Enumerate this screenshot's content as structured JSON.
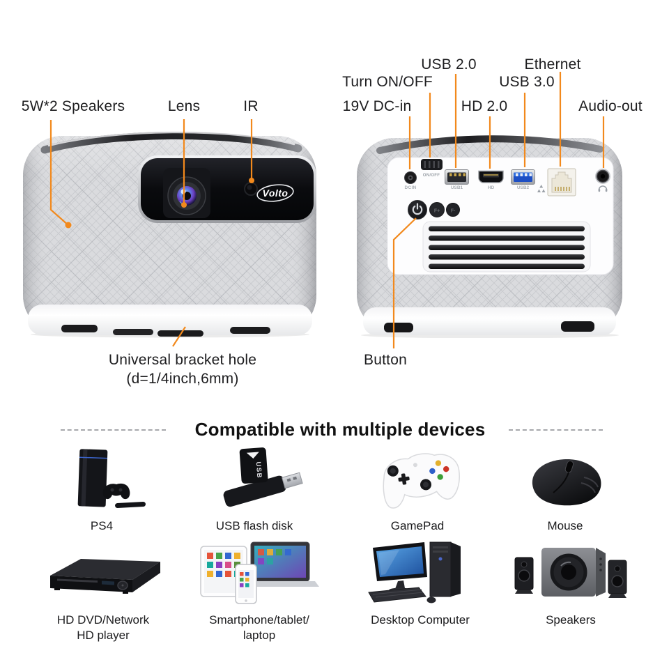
{
  "hero": {
    "callouts": {
      "speakers": "5W*2 Speakers",
      "lens": "Lens",
      "ir": "IR",
      "usb20": "USB 2.0",
      "ethernet": "Ethernet",
      "turn_onoff": "Turn ON/OFF",
      "usb30": "USB 3.0",
      "dc_in": "19V DC-in",
      "hd20": "HD 2.0",
      "audio_out": "Audio-out",
      "bracket_line1": "Universal bracket hole",
      "bracket_line2": "(d=1/4inch,6mm)",
      "button": "Button"
    },
    "front_projector": {
      "brand": "Volto"
    },
    "back_projector": {
      "port_labels": {
        "dcin": "DCIN",
        "onoff": "ON/OFF",
        "usb1": "USB1",
        "hd": "HD",
        "usb2": "USB2"
      },
      "button_labels": {
        "f_plus": "F+",
        "f_minus": "F-"
      }
    }
  },
  "compat": {
    "title": "Compatible with multiple devices",
    "devices": [
      {
        "label": "PS4",
        "label2": ""
      },
      {
        "label": "USB flash disk",
        "label2": "",
        "body_text": "USB"
      },
      {
        "label": "GamePad",
        "label2": ""
      },
      {
        "label": "Mouse",
        "label2": ""
      },
      {
        "label": "HD DVD/Network",
        "label2": "HD player"
      },
      {
        "label": "Smartphone/tablet/",
        "label2": "laptop"
      },
      {
        "label": "Desktop Computer",
        "label2": ""
      },
      {
        "label": "Speakers",
        "label2": ""
      }
    ]
  },
  "colors": {
    "accent_orange": "#F2891C",
    "label_text": "#1d1d1f",
    "port_label_gray": "#a9aeb4",
    "usb3_blue": "#2f6fe0"
  }
}
